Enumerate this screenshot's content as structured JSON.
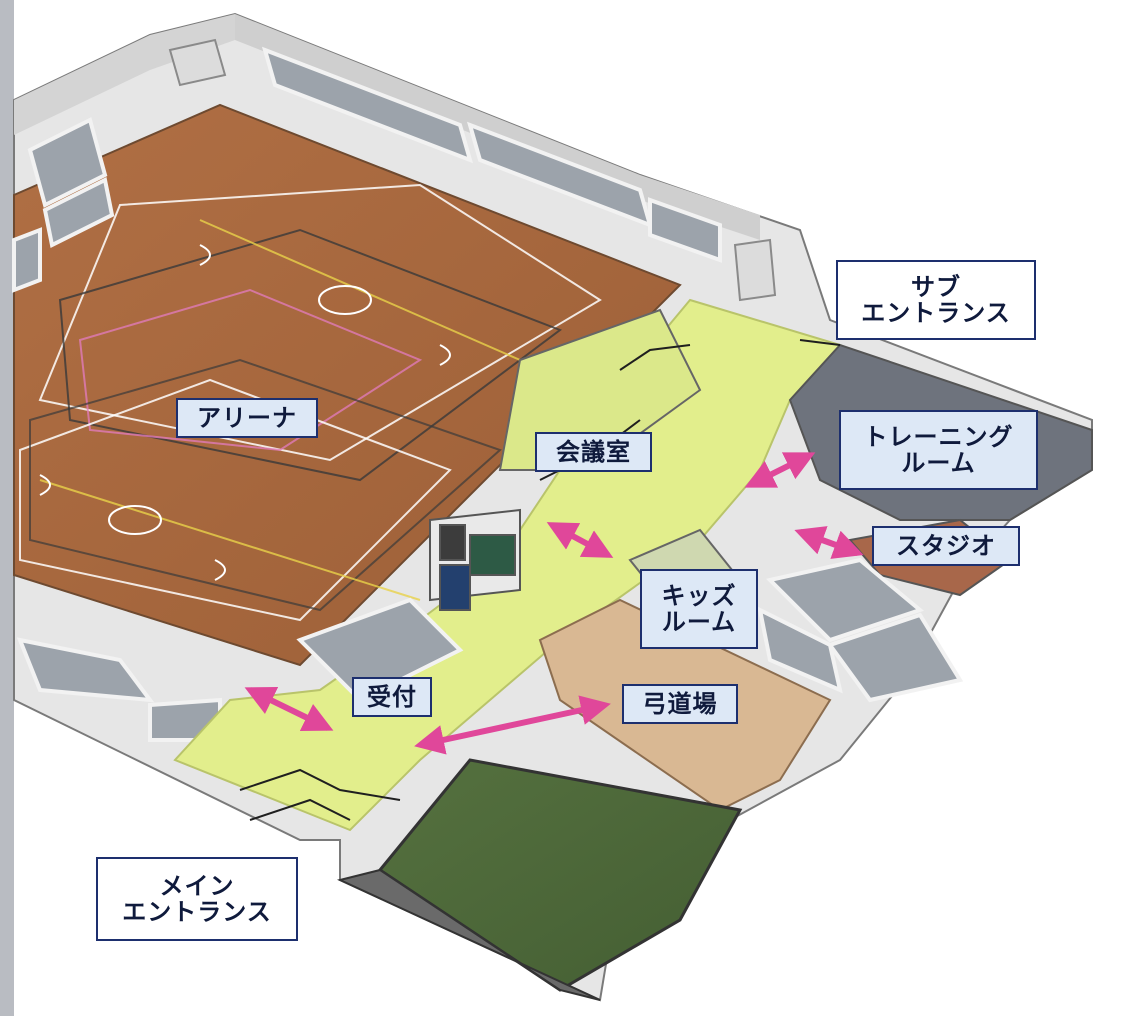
{
  "labels": {
    "arena": "アリーナ",
    "meeting_room": "会議室",
    "training_room_line1": "トレーニング",
    "training_room_line2": "ルーム",
    "studio": "スタジオ",
    "kids_room_line1": "キッズ",
    "kids_room_line2": "ルーム",
    "reception": "受付",
    "kyudojo": "弓道場",
    "sub_entrance_line1": "サブ",
    "sub_entrance_line2": "エントランス",
    "main_entrance_line1": "メイン",
    "main_entrance_line2": "エントランス"
  },
  "colors": {
    "arena_floor": "#a8683f",
    "corridor_floor": "#e2ee8c",
    "wall": "#e9e9e9",
    "wall_shadow": "#9a9a9a",
    "training_floor": "#6e737d",
    "studio_floor": "#a8674a",
    "kyudojo_floor": "#d9b893",
    "grass": "#4f6b3a",
    "arrow": "#e0479a",
    "court_line_white": "#ffffff",
    "court_line_dark": "#3a3a3a",
    "court_line_pink": "#e07ab8",
    "court_line_yellow": "#e8d24a"
  }
}
